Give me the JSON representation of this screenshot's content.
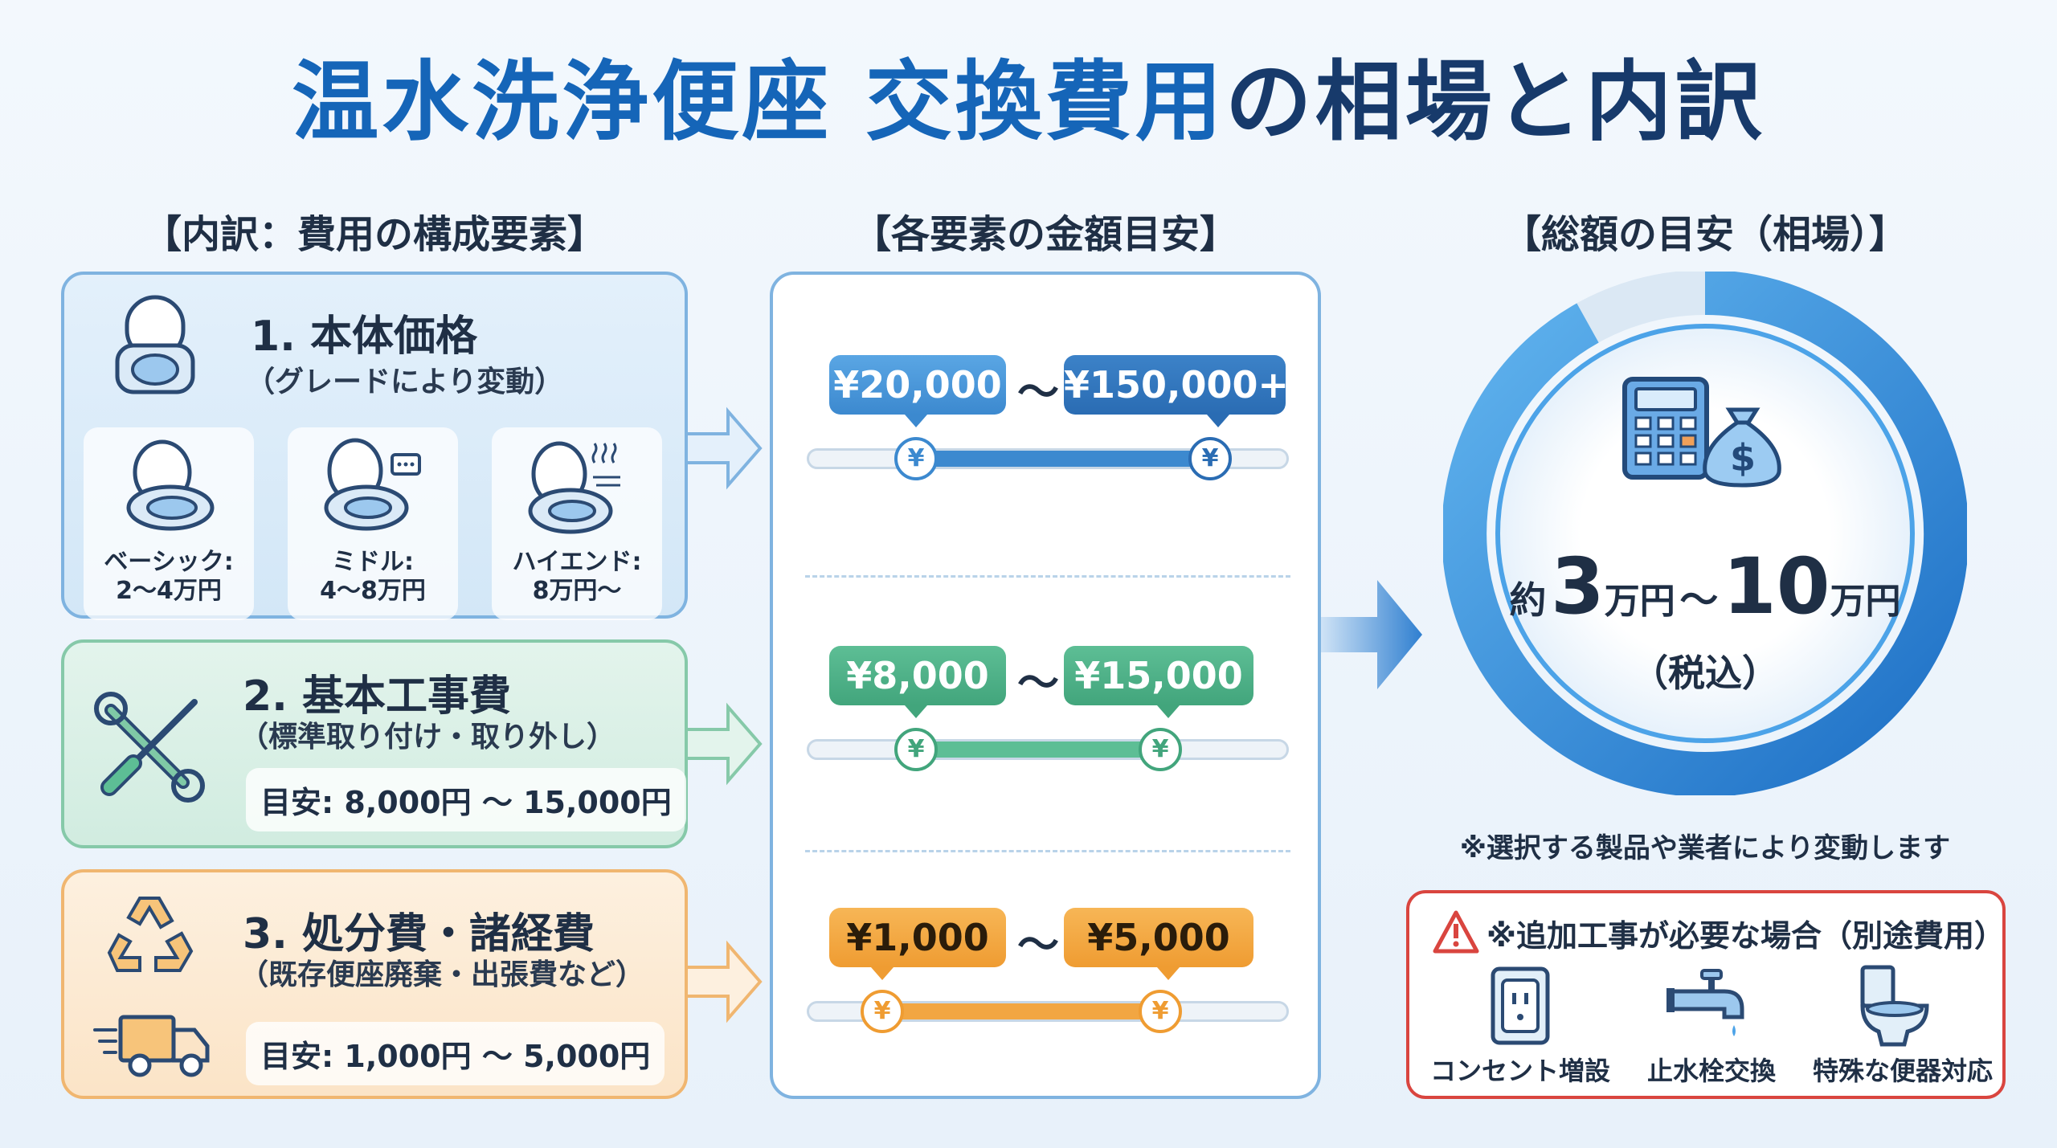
{
  "title_part1": "温水洗浄便座 交換費用",
  "title_part2": "の相場と内訳",
  "columns": {
    "breakdown": "【内訳：費用の構成要素】",
    "amounts": "【各要素の金額目安】",
    "total": "【総額の目安（相場）】"
  },
  "items": [
    {
      "title": "1. 本体価格",
      "subtitle": "（グレードにより変動）",
      "grades": [
        {
          "name": "ベーシック:",
          "range": "2〜4万円"
        },
        {
          "name": "ミドル:",
          "range": "4〜8万円"
        },
        {
          "name": "ハイエンド:",
          "range": "8万円〜"
        }
      ],
      "price_min": "¥20,000",
      "price_max": "¥150,000+",
      "tilde": "〜",
      "knob": "¥"
    },
    {
      "title": "2. 基本工事費",
      "subtitle": "（標準取り付け・取り外し）",
      "estimate": "目安: 8,000円 〜 15,000円",
      "price_min": "¥8,000",
      "price_max": "¥15,000",
      "tilde": "〜",
      "knob": "¥"
    },
    {
      "title": "3. 処分費・諸経費",
      "subtitle": "（既存便座廃棄・出張費など）",
      "estimate": "目安: 1,000円 〜 5,000円",
      "price_min": "¥1,000",
      "price_max": "¥5,000",
      "tilde": "〜",
      "knob": "¥"
    }
  ],
  "total": {
    "prefix": "約",
    "min_num": "3",
    "min_unit": "万円",
    "tilde": "〜",
    "max_num": "10",
    "max_unit": "万円",
    "tax": "（税込）",
    "note": "※選択する製品や業者により変動します"
  },
  "extra": {
    "title": "※追加工事が必要な場合（別途費用）",
    "items": [
      "コンセント増設",
      "止水栓交換",
      "特殊な便器対応"
    ]
  },
  "colors": {
    "blue": "#3c89cf",
    "green": "#42a57c",
    "orange": "#ef9c32",
    "red": "#d9453f"
  },
  "icons": [
    "toilet-seat-icon",
    "wrench-screwdriver-icon",
    "recycle-icon",
    "truck-icon",
    "calculator-icon",
    "money-bag-icon",
    "warning-icon",
    "outlet-icon",
    "faucet-icon",
    "toilet-icon"
  ]
}
